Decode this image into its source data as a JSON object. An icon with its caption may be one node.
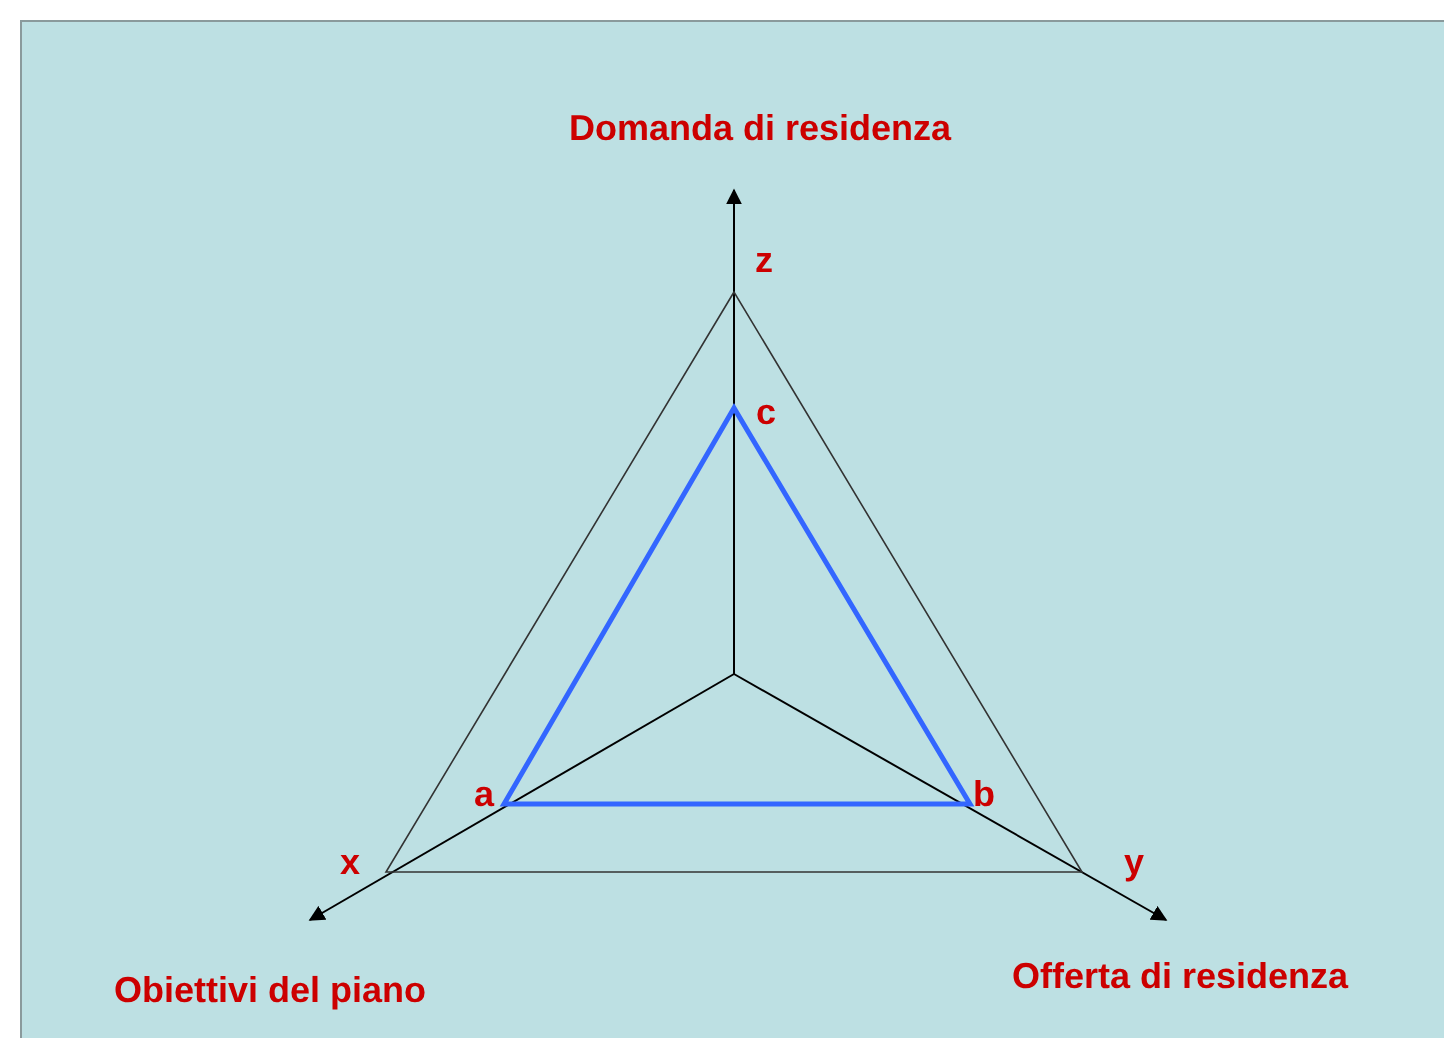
{
  "diagram": {
    "labels": [
      "Domanda di residenza",
      "z",
      "c",
      "a",
      "b",
      "x",
      "y",
      "Obiettivi del piano",
      "Offerta di residenza"
    ]
  }
}
